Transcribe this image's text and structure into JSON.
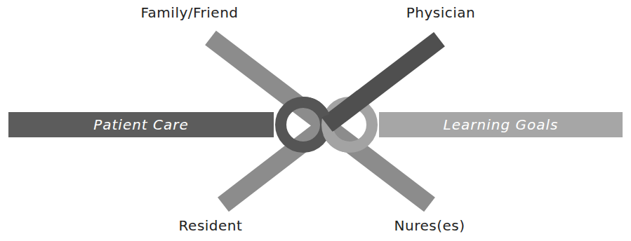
{
  "diagram": {
    "nodes": [
      {
        "text": [
          "Patient Care"
        ]
      },
      {
        "text": [
          "Learning Goals"
        ]
      }
    ],
    "labels": [
      "Family/Friend",
      "Physician",
      "Resident",
      "Nures(es)"
    ]
  }
}
